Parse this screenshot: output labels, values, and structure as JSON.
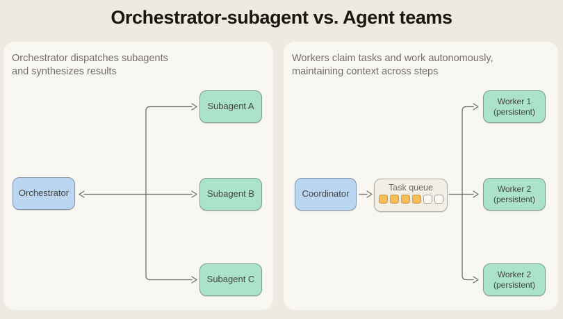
{
  "title": "Orchestrator-subagent vs. Agent teams",
  "colors": {
    "page_bg": "#EDEAE2",
    "panel_bg": "#F9F7F1",
    "blue_node_fill": "#BAD6F2",
    "green_node_fill": "#AAE3CA",
    "queue_slot_fill": "#F6BC55",
    "line": "#6E6D66"
  },
  "left_panel": {
    "heading": "Orchestrator dispatches subagents\nand synthesizes results",
    "orchestrator": {
      "label": "Orchestrator"
    },
    "subagents": [
      {
        "label": "Subagent A"
      },
      {
        "label": "Subagent B"
      },
      {
        "label": "Subagent C"
      }
    ]
  },
  "right_panel": {
    "heading": "Workers claim tasks and work autonomously,\nmaintaining context across steps",
    "coordinator": {
      "label": "Coordinator"
    },
    "task_queue": {
      "label": "Task queue",
      "slots_total": 6,
      "slots_filled": 4
    },
    "workers": [
      {
        "label": "Worker 1\n(persistent)"
      },
      {
        "label": "Worker 2\n(persistent)"
      },
      {
        "label": "Worker 2\n(persistent)"
      }
    ]
  }
}
